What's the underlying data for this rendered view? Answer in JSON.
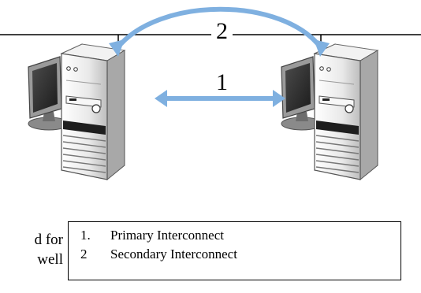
{
  "arrows": {
    "label_1": "1",
    "label_2": "2",
    "arrow_color": "#7fb0e0"
  },
  "cut_text": "d for\nwell",
  "legend": {
    "items": [
      {
        "num": "1.",
        "label": "Primary Interconnect"
      },
      {
        "num": "2",
        "label": "Secondary Interconnect"
      }
    ]
  }
}
